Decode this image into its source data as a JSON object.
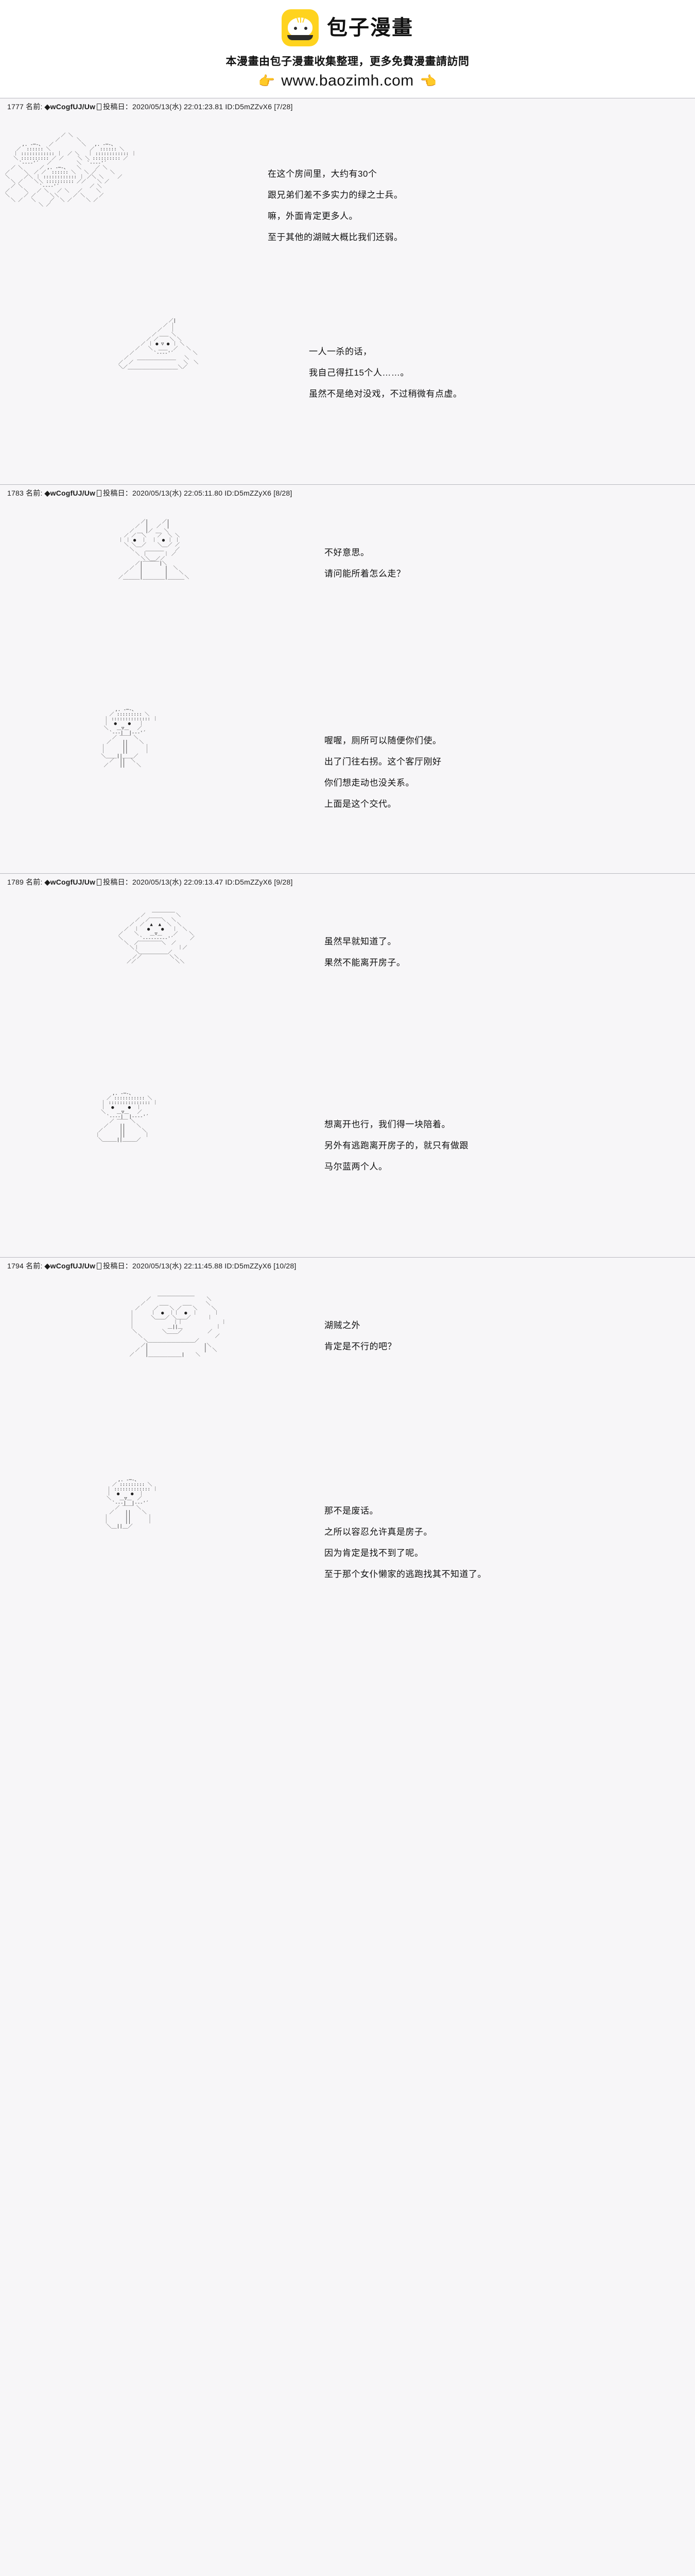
{
  "banner": {
    "logo_icon": "baozi-bun-logo-icon",
    "title": "包子漫畫",
    "subtitle": "本漫畫由包子漫畫收集整理，更多免費漫畫請訪問",
    "hand_left_icon": "pointing-hand-right-icon",
    "hand_right_icon": "pointing-hand-left-icon",
    "url": "www.baozimh.com"
  },
  "posts": [
    {
      "number": "1777",
      "name_label": "名前:",
      "tripcode": "◆wCogfUJ/Uw",
      "date_label": "投稿日：",
      "date": "2020/05/13(水) 22:01:23.81",
      "id": "ID:D5mZZvX6",
      "index": "[7/28]",
      "scenes": [
        {
          "art_name": "ascii-art-crowd-of-bandits",
          "art": "                    ／ ＼\n                  ／      ＼\n      ,. -─-、  ／          ＼   ,. -─-、\n    ／  :::::: ＼              ／  :::::: ＼\n   ｜ :::::::::::: ｜  ／ ＼   ｜ :::::::::::: ｜\n   ＼ :::::::::: ／ ／     ＼ ＼ :::::::::: ／\n     `‐--‐'´   ／         ＼  `‐--‐'´\n  ／ ＼      ／ ,. -─-、   ＼     ／ ＼\n／     ＼  ／ ／  :::::: ＼   ＼ ／     ＼\n＼     ／＼ ｜ :::::::::::: ｜ ／＼ ＼     ／\n  ＼ ／    ＼＼ :::::::::: ／／    ＼ ／\n  ／ ＼      `‐--‐'´           ／ ＼\n／     ＼   ／ ＼   ／ ＼   ／     ＼\n＼     ／ ／     ＼＼     ／ ＼     ／\n  ＼ ／   ＼     ／  ＼ ／     ＼ ／\n            ＼ ／",
          "dialogue": "在这个房间里，大约有30个\n跟兄弟们差不多实力的绿之士兵。\n嘛，外面肯定更多人。\n至于其他的湖贼大概比我们还弱。"
        },
        {
          "art_name": "ascii-art-hooded-figure-mountain",
          "art": "                  ／|\n                ／ ｜\n              ／   ｜\n            ／ ＿＿ ＼\n          ／ ／    ＼ ＼\n        ／ ｜ ● ▽ ● ｜ ＼\n      ／   ＼  ＿＿  ／   ＼\n    ／       `‐--‐'´       ＼\n  ／   ______________   ＼\n／  ／                  ＼  ＼\n＼／__________________＼／",
          "dialogue": "一人一杀的话，\n我自己得扛15个人……。\n虽然不是绝对没戏，不过稍微有点虚。"
        }
      ]
    },
    {
      "number": "1783",
      "name_label": "名前:",
      "tripcode": "◆wCogfUJ/Uw",
      "date_label": "投稿日：",
      "date": "2020/05/13(水) 22:05:11.80",
      "id": "ID:D5mZZyX6",
      "index": "[8/28]",
      "scenes": [
        {
          "art_name": "ascii-art-armored-warrior",
          "art": "        ／|     ／|\n      ／  |   ／  |\n    ／ __ |／ __ ＼\n  ／ ／  ＼    ／  ＼ ＼\n｜ ｜ ●  ｜  ｜  ● ｜ ｜\n  ＼ ＼__／    ＼__／ ／\n    ＼    ＿＿＿＿    ／\n      ＼ ｜      ｜ ／\n        ＼＼__／／\n      ／|‾‾‾‾‾‾|＼\n    ／  |        |  ＼\n  ／    |        |    ＼\n／______|________|______＼",
          "dialogue": "不好意思。\n请问能所着怎么走？"
        },
        {
          "art_name": "ascii-art-standing-man-robe",
          "art": "        ,. -─-、\n      ／ ::::::::: ＼\n    ｜ :::::::::::::: ｜\n    ｜  ●    ●   ｜\n    ＼   ＿▽＿   ／\n      `‐-‐|  |‐-‐'´\n       ／ ‾‾‾‾ ＼\n     ／    ||    ＼\n   ｜      ||      ｜\n   ｜      ||      ｜\n   ＼____||____／\n      ／  ||  ＼\n    ／    ||    ＼",
          "dialogue": "喔喔，厕所可以随便你们使。\n出了门往右拐。这个客厅刚好\n你们想走动也没关系。\n上面是这个交代。"
        }
      ]
    },
    {
      "number": "1789",
      "name_label": "名前:",
      "tripcode": "◆wCogfUJ/Uw",
      "date_label": "投稿日：",
      "date": "2020/05/13(水) 22:09:13.47",
      "id": "ID:D5mZZyX6",
      "index": "[9/28]",
      "scenes": [
        {
          "art_name": "ascii-art-winged-creature",
          "art": "            ＿＿＿＿＿\n        ／           ＼\n      ／  ／‾‾‾‾＼  ＼\n    ／  ／  ▲  ▲  ＼  ＼\n  ／  ｜   ●    ●   ｜  ＼\n／    ＼    ＿▽＿    ／    ＼\n＼      `‐-‐‐‐‐‐-‐'´      ／\n  ＼  ／‾‾‾‾‾‾‾‾＼  ／\n    ＼｜              ｜／\n      ＼＿＿＿＿＿＿／\n     ／／          ＼＼\n   ／／              ＼＼",
          "dialogue": "虽然早就知道了。\n果然不能离开房子。"
        },
        {
          "art_name": "ascii-art-person-with-hat",
          "art": "       ,. -─-、\n     ／ ::::::::::: ＼\n   ｜ ::::::::::::::: ｜\n   ｜  ●     ●  ｜\n   ＼    ＿▽＿   ／\n     `‐--‐|  |‐--‐'´\n      ／ ‾‾‾‾ ＼\n    ／    ||    ＼\n  ／      ||      ＼\n ｜       ||       ｜\n  ＼＿＿＿||＿＿＿／",
          "dialogue": "想离开也行，我们得一块陪着。\n另外有逃跑离开房子的，就只有做跟\n马尔蓝两个人。"
        }
      ]
    },
    {
      "number": "1794",
      "name_label": "名前:",
      "tripcode": "◆wCogfUJ/Uw",
      "date_label": "投稿日：",
      "date": "2020/05/13(水) 22:11:45.88",
      "id": "ID:D5mZZyX6",
      "index": "[10/28]",
      "scenes": [
        {
          "art_name": "ascii-art-large-face-portrait",
          "art": "              ＿＿＿＿＿＿＿＿\n          ／                    ＼\n        ／     ＿＿     ＿＿     ＼\n      ／     ／    ＼ ／    ＼     ＼\n    ｜      ｜  ●  ｜｜  ●  ｜      ｜\n    ｜      ＼＿＿／ ＼＿＿／      ｜\n    ｜              ｜｜              ｜\n    ｜            ＿||＿            ｜\n     ＼         ＼____／         ／\n       ＼                          ／\n         ＼＿＿＿＿＿＿＿＿＿＿／\n        ／|                    |＼\n      ／  |                    |  ＼\n    ／    |____________|    ＼",
          "dialogue": "湖贼之外\n肯定是不行的吧？"
        },
        {
          "art_name": "ascii-art-bowing-figure",
          "art": "         ,. -─-、\n       ／ ::::::::: ＼\n     ｜ ::::::::::::: ｜\n     ｜  ●    ●  ｜\n     ＼   ＿▽＿  ／\n       `‐-‐|  |‐-‐'´\n        ／ ‾‾‾‾ ＼\n      ／    ||    ＼\n    ｜      ||      ｜\n    ｜      ||      ｜\n     ＼__||__／",
          "dialogue": "那不是废话。\n之所以容忍允许真是房子。\n因为肯定是找不到了呢。\n至于那个女仆懒家的逃跑找其不知道了。"
        }
      ]
    }
  ]
}
